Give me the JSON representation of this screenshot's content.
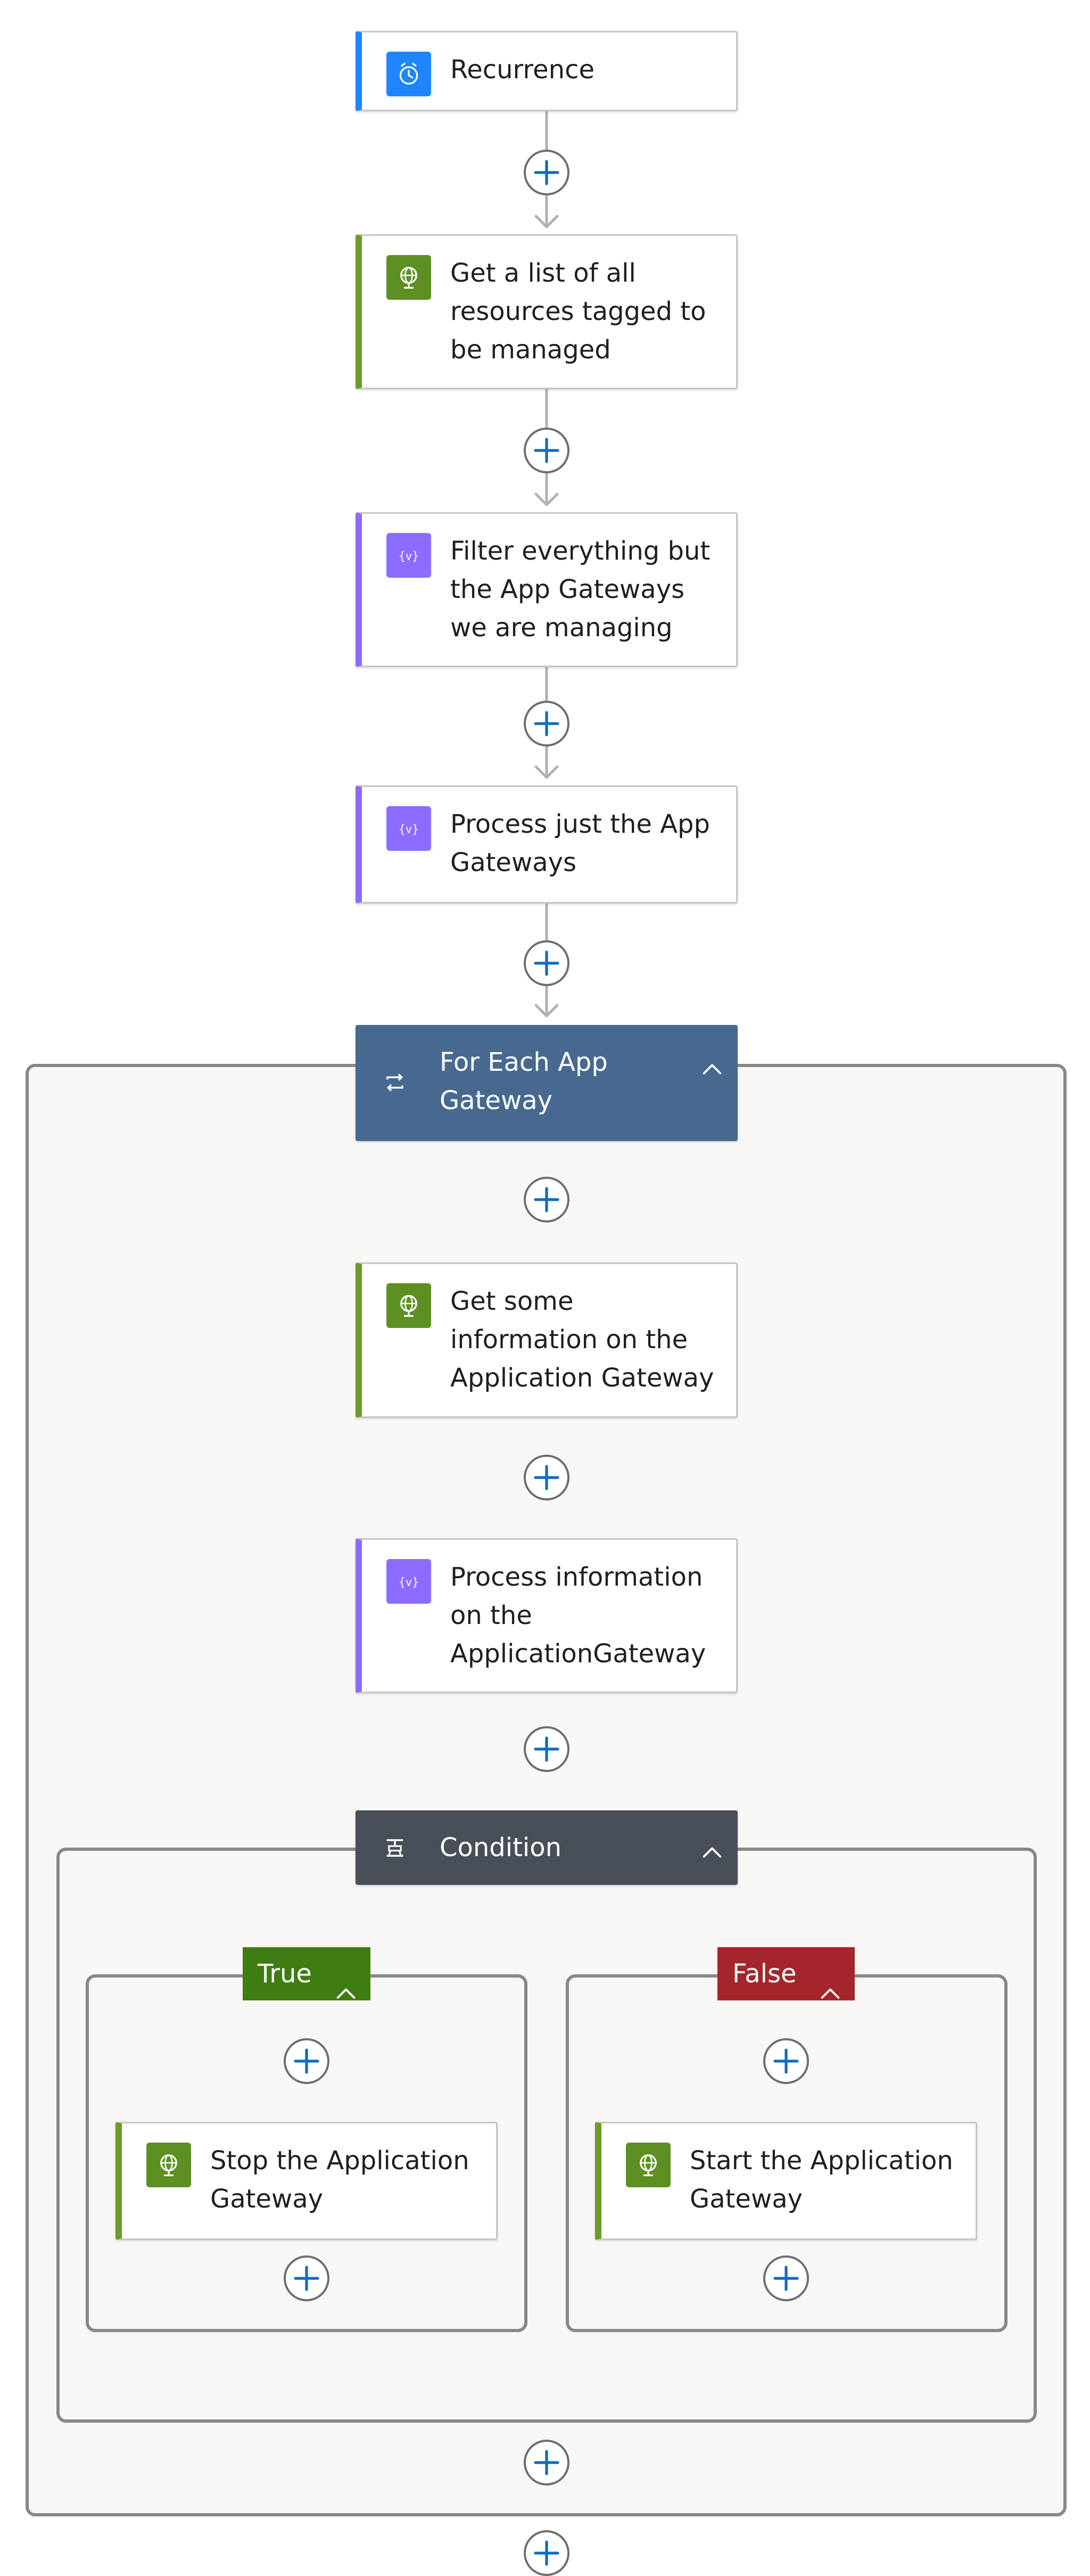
{
  "colors": {
    "accent_blue": "#1f85ff",
    "connector_green": "#5e8f23",
    "variable_purple": "#8c6cff",
    "foreach_header": "#47698f",
    "condition_header": "#484f58",
    "true_branch": "#3f7d12",
    "false_branch": "#a4262c",
    "plus_icon": "#0f6cbd"
  },
  "steps": {
    "recurrence": {
      "label": "Recurrence",
      "icon": "clock-icon"
    },
    "get_resources": {
      "label": "Get a list of all resources tagged to be managed",
      "icon": "globe-icon"
    },
    "filter": {
      "label": "Filter everything but the App Gateways we are managing",
      "icon": "variable-icon"
    },
    "process_gateways": {
      "label": "Process just the App Gateways",
      "icon": "variable-icon"
    }
  },
  "foreach": {
    "label": "For Each App Gateway",
    "icon": "loop-icon",
    "steps": {
      "get_info": {
        "label": "Get some information on the Application Gateway",
        "icon": "globe-icon"
      },
      "process_info": {
        "label": "Process information on the ApplicationGateway",
        "icon": "variable-icon"
      }
    },
    "condition": {
      "label": "Condition",
      "icon": "condition-icon",
      "true_branch": {
        "label": "True",
        "action": {
          "label": "Stop the Application Gateway",
          "icon": "globe-icon"
        }
      },
      "false_branch": {
        "label": "False",
        "action": {
          "label": "Start the Application Gateway",
          "icon": "globe-icon"
        }
      }
    }
  }
}
